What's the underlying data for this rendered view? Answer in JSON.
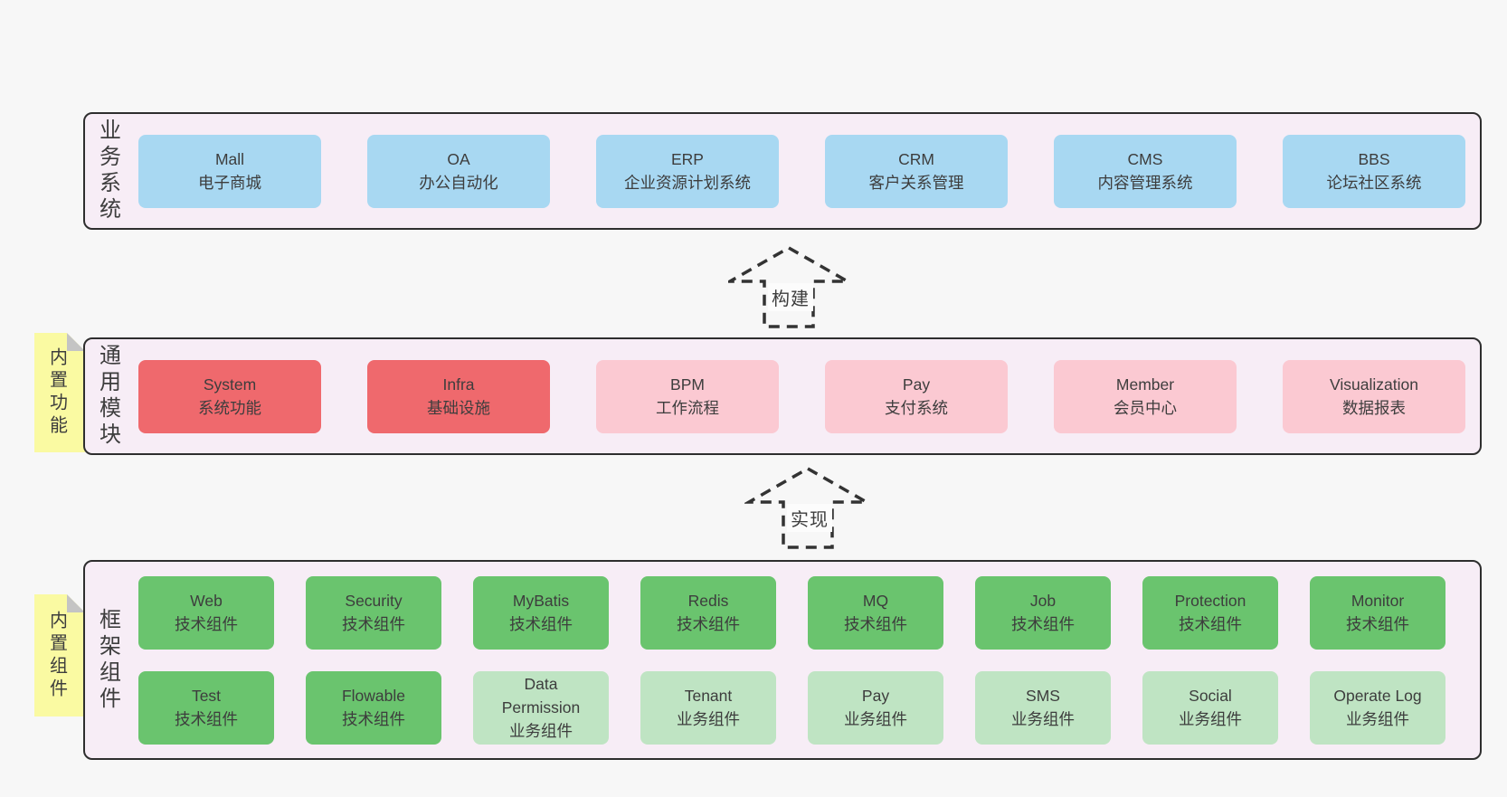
{
  "palette": {
    "page_bg": "#f7f7f7",
    "panel_bg": "#f7edf6",
    "panel_border": "#2e2e2e",
    "blue": "#a8d8f2",
    "red": "#ef696d",
    "pink": "#fbc9d2",
    "green": "#6ac46e",
    "green_light": "#bfe4c3",
    "sticky_yellow": "#fafaa2",
    "fold_gray": "#c4c4c4",
    "text": "#3d3d3d"
  },
  "rows": {
    "business": {
      "label": "业务系统",
      "boxes": [
        {
          "title": "Mall",
          "subtitle": "电子商城",
          "color": "blue"
        },
        {
          "title": "OA",
          "subtitle": "办公自动化",
          "color": "blue"
        },
        {
          "title": "ERP",
          "subtitle": "企业资源计划系统",
          "color": "blue"
        },
        {
          "title": "CRM",
          "subtitle": "客户关系管理",
          "color": "blue"
        },
        {
          "title": "CMS",
          "subtitle": "内容管理系统",
          "color": "blue"
        },
        {
          "title": "BBS",
          "subtitle": "论坛社区系统",
          "color": "blue"
        }
      ]
    },
    "modules": {
      "label": "通用模块",
      "sticky": "内置功能",
      "boxes": [
        {
          "title": "System",
          "subtitle": "系统功能",
          "color": "red"
        },
        {
          "title": "Infra",
          "subtitle": "基础设施",
          "color": "red"
        },
        {
          "title": "BPM",
          "subtitle": "工作流程",
          "color": "pink"
        },
        {
          "title": "Pay",
          "subtitle": "支付系统",
          "color": "pink"
        },
        {
          "title": "Member",
          "subtitle": "会员中心",
          "color": "pink"
        },
        {
          "title": "Visualization",
          "subtitle": "数据报表",
          "color": "pink"
        }
      ]
    },
    "components": {
      "label": "框架组件",
      "sticky": "内置组件",
      "boxes": [
        {
          "title": "Web",
          "subtitle": "技术组件",
          "color": "green"
        },
        {
          "title": "Security",
          "subtitle": "技术组件",
          "color": "green"
        },
        {
          "title": "MyBatis",
          "subtitle": "技术组件",
          "color": "green"
        },
        {
          "title": "Redis",
          "subtitle": "技术组件",
          "color": "green"
        },
        {
          "title": "MQ",
          "subtitle": "技术组件",
          "color": "green"
        },
        {
          "title": "Job",
          "subtitle": "技术组件",
          "color": "green"
        },
        {
          "title": "Protection",
          "subtitle": "技术组件",
          "color": "green"
        },
        {
          "title": "Monitor",
          "subtitle": "技术组件",
          "color": "green"
        },
        {
          "title": "Test",
          "subtitle": "技术组件",
          "color": "green"
        },
        {
          "title": "Flowable",
          "subtitle": "技术组件",
          "color": "green"
        },
        {
          "title": "Data Permission",
          "subtitle": "业务组件",
          "color": "green_light"
        },
        {
          "title": "Tenant",
          "subtitle": "业务组件",
          "color": "green_light"
        },
        {
          "title": "Pay",
          "subtitle": "业务组件",
          "color": "green_light"
        },
        {
          "title": "SMS",
          "subtitle": "业务组件",
          "color": "green_light"
        },
        {
          "title": "Social",
          "subtitle": "业务组件",
          "color": "green_light"
        },
        {
          "title": "Operate Log",
          "subtitle": "业务组件",
          "color": "green_light"
        }
      ]
    }
  },
  "arrows": [
    {
      "label": "构建"
    },
    {
      "label": "实现"
    }
  ]
}
